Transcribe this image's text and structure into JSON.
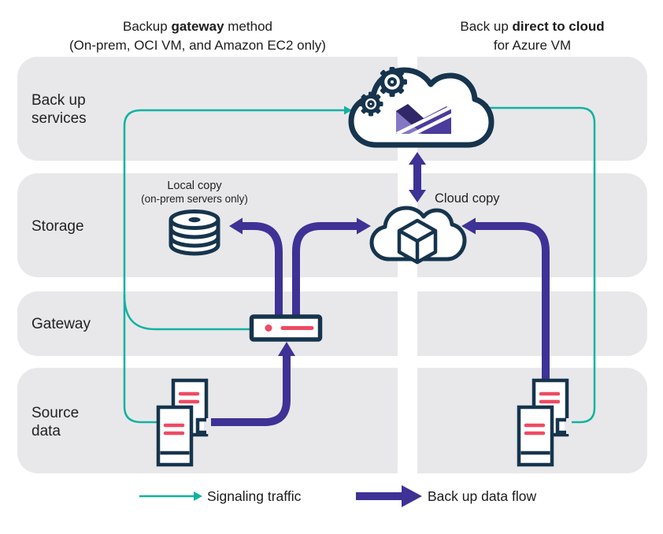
{
  "headers": {
    "left": {
      "line1_pre": "Backup ",
      "line1_bold": "gateway",
      "line1_post": " method",
      "line2": "(On-prem, OCI VM, and Amazon EC2 only)"
    },
    "right": {
      "line1_pre": "Back up ",
      "line1_bold": "direct to cloud",
      "line1_post": "",
      "line2": "for Azure VM"
    }
  },
  "rows": [
    {
      "label": "Back up services"
    },
    {
      "label": "Storage"
    },
    {
      "label": "Gateway"
    },
    {
      "label": "Source data"
    }
  ],
  "labels": {
    "local_copy_line1": "Local copy",
    "local_copy_line2": "(on-prem servers only)",
    "cloud_copy": "Cloud copy"
  },
  "legend": {
    "signaling": "Signaling traffic",
    "backup_flow": "Back up data flow"
  },
  "colors": {
    "teal": "#12b2a2",
    "purple": "#3e3296",
    "navy": "#16344d",
    "red": "#ef4a63",
    "band_gray": "#e8e8ea",
    "logo_purple": "#4a3c9c",
    "logo_light": "#8478c6",
    "logo_dark": "#2f2768"
  },
  "icons": [
    "gear-icon",
    "cloud-icon",
    "cube-icon",
    "database-icon",
    "gateway-device-icon",
    "server-icon",
    "arrow-icon"
  ]
}
